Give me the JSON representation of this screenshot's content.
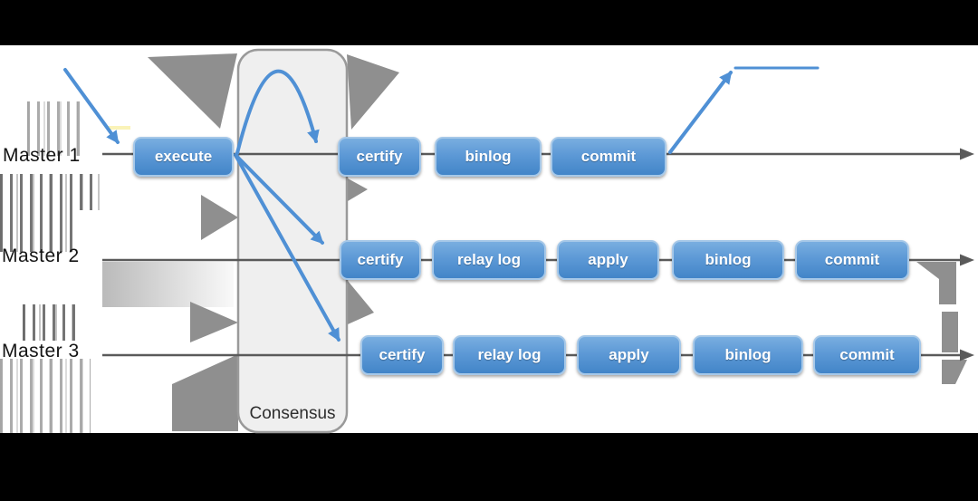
{
  "diagram": {
    "consensus_label": "Consensus",
    "masters": [
      {
        "label": "Master 1",
        "steps": [
          "execute",
          "certify",
          "binlog",
          "commit"
        ]
      },
      {
        "label": "Master 2",
        "steps": [
          "certify",
          "relay log",
          "apply",
          "binlog",
          "commit"
        ]
      },
      {
        "label": "Master 3",
        "steps": [
          "certify",
          "relay log",
          "apply",
          "binlog",
          "commit"
        ]
      }
    ]
  },
  "colors": {
    "box_blue_top": "#79aee0",
    "box_blue_bottom": "#4285c8",
    "box_border": "#a6c8e8",
    "arrow_blue": "#4f90d5",
    "timeline_gray": "#5a5a5a",
    "artifact_gray": "#8f8f8f",
    "consensus_fill": "#efefef",
    "consensus_border": "#9a9a9a",
    "letterbox_black": "#000000"
  }
}
